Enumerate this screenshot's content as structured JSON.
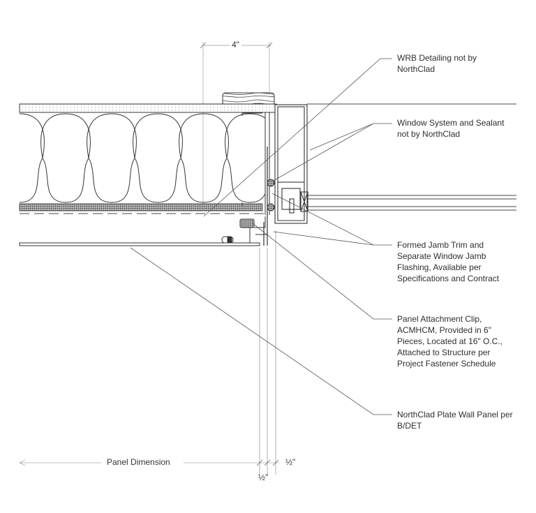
{
  "diagram": {
    "type": "architectural-section-detail",
    "colors": {
      "line": "#333333",
      "light_line": "#9a9a9a",
      "text": "#2e2e2e"
    }
  },
  "dimensions": {
    "top": "4\"",
    "panel": "Panel Dimension",
    "half_right": "½\"",
    "half_bottom": "½\""
  },
  "callouts": [
    {
      "text": "WRB Detailing not by\nNorthClad"
    },
    {
      "text": "Window System and Sealant\nnot by NorthClad"
    },
    {
      "text": "Formed Jamb Trim and\nSeparate Window Jamb\nFlashing, Available per\nSpecifications and Contract"
    },
    {
      "text": "Panel Attachment Clip,\nACMHCM, Provided in 6\"\nPieces, Located at 16\" O.C.,\nAttached to Structure per\nProject Fastener Schedule"
    },
    {
      "text": "NorthClad Plate Wall Panel per\nB/DET"
    }
  ]
}
